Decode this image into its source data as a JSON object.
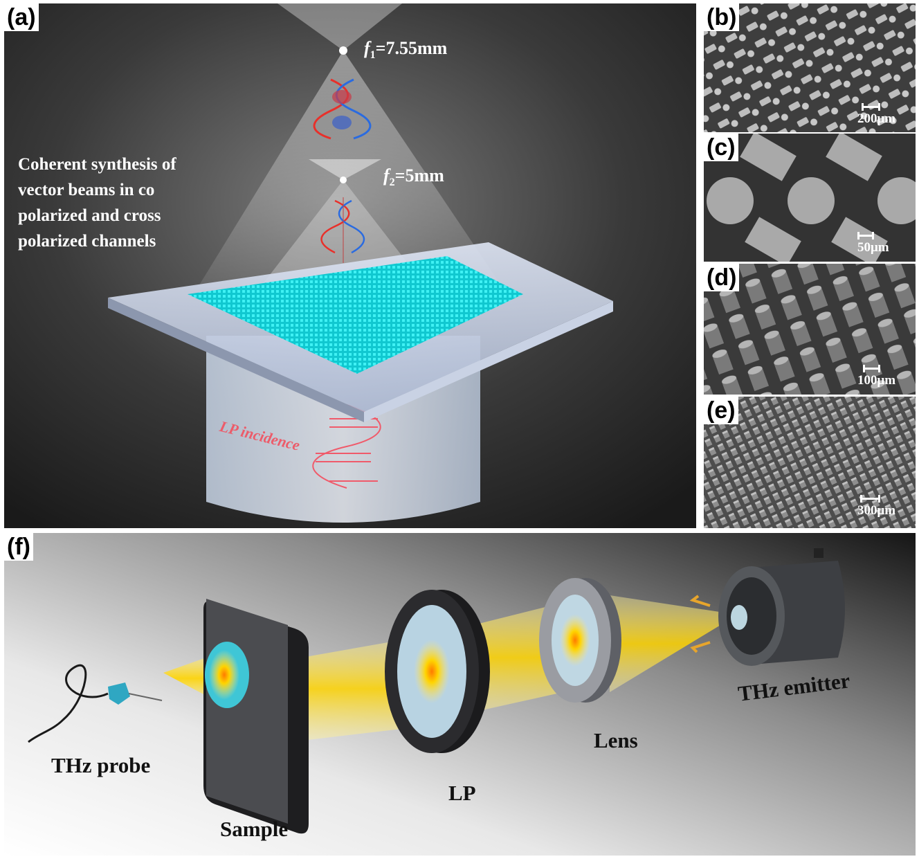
{
  "panel_a": {
    "label": "(a)",
    "f1_sym": "f",
    "f1_sub": "1",
    "f1_val": "=7.55mm",
    "f2_sym": "f",
    "f2_sub": "2",
    "f2_val": "=5mm",
    "description_lines": [
      "Coherent synthesis of",
      "vector beams in co",
      "polarized and cross",
      "polarized channels"
    ],
    "incidence_label": "LP incidence"
  },
  "panel_b": {
    "label": "(b)",
    "scale": "200μm"
  },
  "panel_c": {
    "label": "(c)",
    "scale": "50μm"
  },
  "panel_d": {
    "label": "(d)",
    "scale": "100μm"
  },
  "panel_e": {
    "label": "(e)",
    "scale": "300μm"
  },
  "panel_f": {
    "label": "(f)",
    "probe": "THz probe",
    "sample": "Sample",
    "lp": "LP",
    "lens": "Lens",
    "emitter": "THz emitter"
  },
  "colors": {
    "metasurface": "#19e6e6",
    "beam": "#ffd400",
    "polar_red": "#e8302a",
    "polar_blue": "#2a6be0"
  }
}
